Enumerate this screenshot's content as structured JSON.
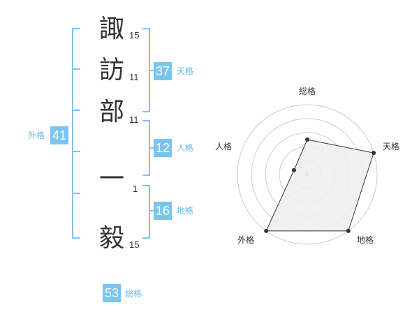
{
  "name": {
    "chars": [
      {
        "char": "諏",
        "strokes": "15"
      },
      {
        "char": "訪",
        "strokes": "11"
      },
      {
        "char": "部",
        "strokes": "11"
      },
      {
        "char": "一",
        "strokes": "1"
      },
      {
        "char": "毅",
        "strokes": "15"
      }
    ]
  },
  "kaku": {
    "tenkaku": {
      "value": "37",
      "label": "天格"
    },
    "jinkaku": {
      "value": "12",
      "label": "人格"
    },
    "chikaku": {
      "value": "16",
      "label": "地格"
    },
    "gaikaku": {
      "value": "41",
      "label": "外格"
    },
    "soukaku": {
      "value": "53",
      "label": "総格"
    }
  },
  "colors": {
    "badge": "#79c5f0",
    "label": "#6ab9e8",
    "bracket": "#7ec3ee",
    "radar_fill": "#eeeeee",
    "radar_line": "#333333",
    "grid": "#cccccc"
  },
  "chart_data": {
    "type": "radar",
    "axes": [
      "総格",
      "天格",
      "地格",
      "外格",
      "人格"
    ],
    "rings": 5,
    "values": [
      2.5,
      5,
      5,
      5,
      1
    ],
    "max": 5
  }
}
